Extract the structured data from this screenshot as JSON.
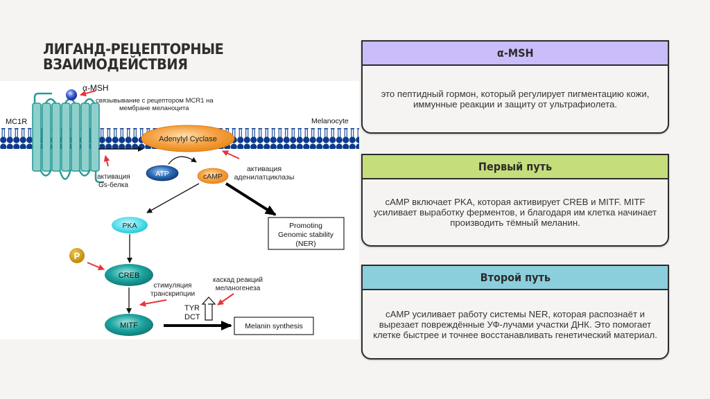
{
  "title": {
    "line1": "ЛИГАНД-РЕЦЕПТОРНЫЕ",
    "line2": "ВЗАИМОДЕЙСТВИЯ"
  },
  "diagram": {
    "labels": {
      "msh": "α-MSH",
      "mc1r": "MC1R",
      "melanocyte": "Melanocyte",
      "binding_line1": "связывывание с рецептором MCR1 на",
      "binding_line2": "мембране меланоцита",
      "adenylyl_cyclase": "Adenylyl Cyclase",
      "atp": "ATP",
      "camp": "cAMP",
      "gs_line1": "активация",
      "gs_line2": "Gs-белка",
      "ac_line1": "активация",
      "ac_line2": "аденилатциклазы",
      "pka": "PKA",
      "p": "P",
      "creb": "CREB",
      "mitf": "MITF",
      "ner_line1": "Promoting",
      "ner_line2": "Genomic stability",
      "ner_line3": "(NER)",
      "transcription_line1": "стимуляция",
      "transcription_line2": "транскрипции",
      "cascade_line1": "каскад реакций",
      "cascade_line2": "меланогенеза",
      "tyr": "TYR",
      "dct": "DCT",
      "melanin": "Melanin synthesis"
    },
    "colors": {
      "membrane": "#0b3b8c",
      "receptor": "#8fd0cc",
      "receptor_stroke": "#2a9a96",
      "cyclase": "#f5a040",
      "atp": "#1e5fa8",
      "pka": "#5fe0ec",
      "creb": "#1a9a96",
      "p_circle": "#d4a00e",
      "annotation_arrow": "#e8333a"
    }
  },
  "cards": [
    {
      "title": "α-MSH",
      "body": "это пептидный гормон, который регулирует пигментацию кожи, иммунные реакции и защиту от ультрафиолета.",
      "header_color": "#cbbdf9"
    },
    {
      "title": "Первый путь",
      "body": "cAMP включает PKA, которая активирует CREB и MITF. MITF усиливает выработку ферментов, и благодаря им клетка начинает производить тёмный меланин.",
      "header_color": "#c4de7c"
    },
    {
      "title": "Второй путь",
      "body": "cAMP усиливает работу системы NER, которая распознаёт и вырезает повреждённые УФ-лучами участки ДНК. Это помогает клетке быстрее и точнее восстанавливать генетический материал.",
      "header_color": "#8ccfdc"
    }
  ]
}
